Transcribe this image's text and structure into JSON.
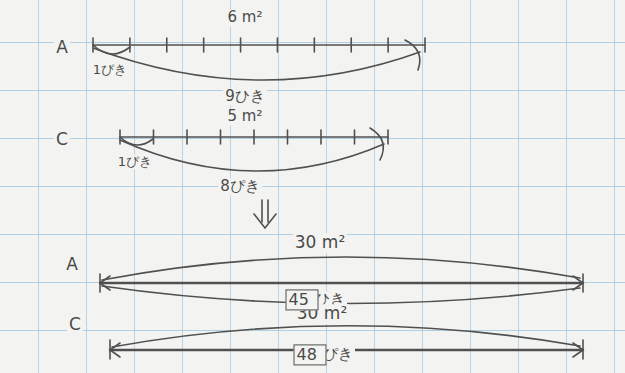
{
  "diagram": {
    "nodes": [
      {
        "text": [
          "45"
        ]
      },
      {
        "text": [
          "48"
        ]
      }
    ],
    "labels": [
      "A",
      "6 m²",
      "1ぴき",
      "9ひき",
      "5 m²",
      "C",
      "1ぴき",
      "8ぴき",
      "A",
      "30 m²",
      "ひき",
      "C",
      "30 m²",
      "ぴき"
    ]
  }
}
